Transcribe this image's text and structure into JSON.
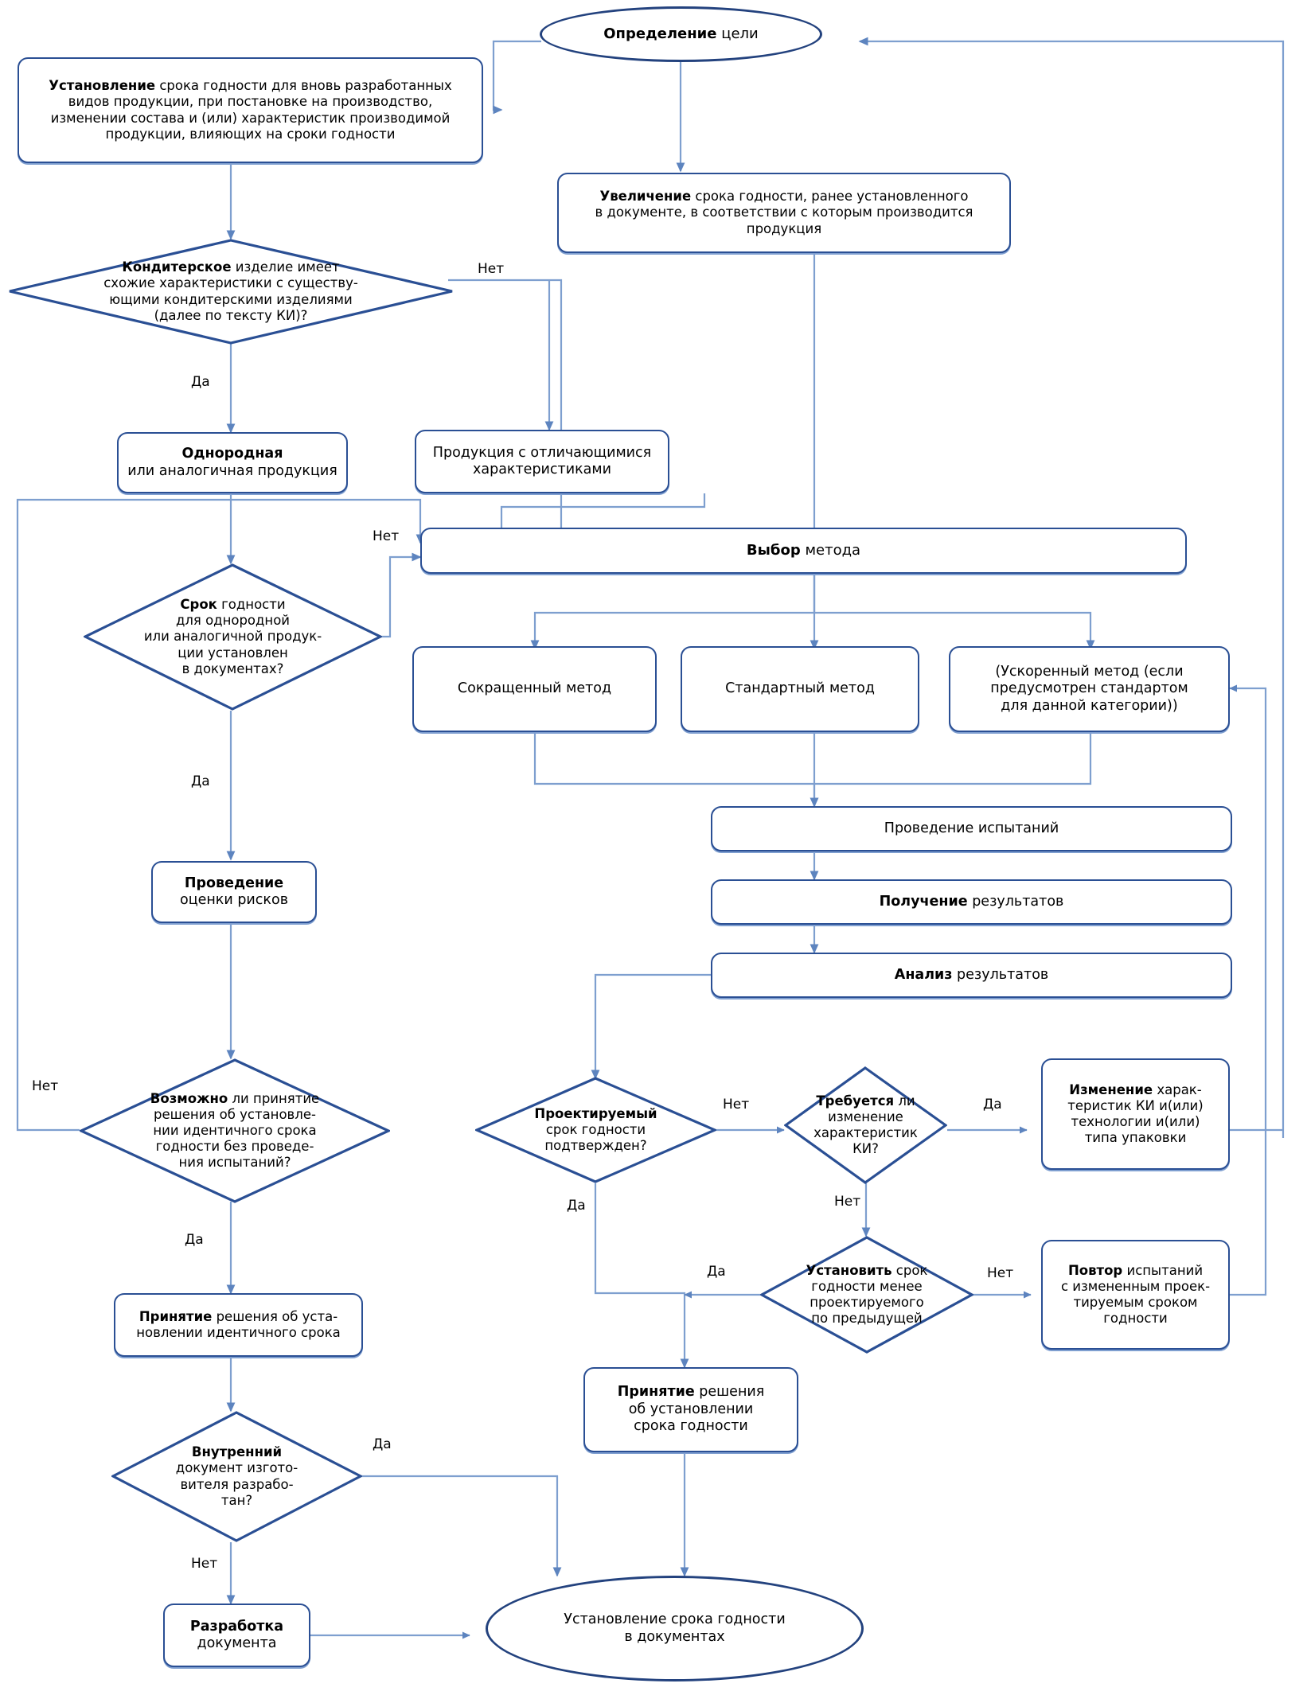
{
  "diagram": {
    "title": "Блок-схема установления срока годности кондитерских изделий",
    "colors": {
      "box_border": "#2a4f94",
      "oval_border": "#23427e",
      "diamond_border": "#2a4f94",
      "arrow": "#6f92c6",
      "arrow_dark": "#4a73b5",
      "text": "#000000",
      "background": "#ffffff"
    },
    "nodes": {
      "start_goal": {
        "bold": "Определение",
        "rest": " цели",
        "shape": "oval"
      },
      "establish": {
        "lines": [
          {
            "bold": "Установление",
            "rest": " срока годности для вновь разработанных"
          },
          {
            "bold": "",
            "rest": "видов продукции, при постановке на производство,"
          },
          {
            "bold": "",
            "rest": "изменении состава и (или) характеристик производимой"
          },
          {
            "bold": "",
            "rest": "продукции, влияющих на сроки годности"
          }
        ],
        "shape": "rounded-rect"
      },
      "increase": {
        "lines": [
          {
            "bold": "Увеличение",
            "rest": " срока годности, ранее установленного"
          },
          {
            "bold": "",
            "rest": "в документе, в соответствии с которым производится"
          },
          {
            "bold": "",
            "rest": "продукция"
          }
        ],
        "shape": "rounded-rect"
      },
      "d_similar": {
        "lines": [
          {
            "bold": "Кондитерское",
            "rest": " изделие имеет"
          },
          {
            "bold": "",
            "rest": "схожие характеристики с существу-"
          },
          {
            "bold": "",
            "rest": "ющими кондитерскими изделиями"
          },
          {
            "bold": "",
            "rest": "(далее по тексту КИ)?"
          }
        ],
        "shape": "diamond"
      },
      "homogeneous": {
        "lines": [
          {
            "bold": "Однородная",
            "rest": ""
          },
          {
            "bold": "",
            "rest": "или аналогичная продукция"
          }
        ],
        "shape": "rounded-rect"
      },
      "different": {
        "lines": [
          {
            "bold": "",
            "rest": "Продукция с отличающимися"
          },
          {
            "bold": "",
            "rest": "характеристиками"
          }
        ],
        "shape": "rounded-rect"
      },
      "choose_method": {
        "bold": "Выбор",
        "rest": " метода",
        "shape": "rounded-rect"
      },
      "d_shelf_doc": {
        "lines": [
          {
            "bold": "Срок",
            "rest": " годности"
          },
          {
            "bold": "",
            "rest": "для однородной"
          },
          {
            "bold": "",
            "rest": "или аналогичной продук-"
          },
          {
            "bold": "",
            "rest": "ции установлен"
          },
          {
            "bold": "",
            "rest": "в документах?"
          }
        ],
        "shape": "diamond"
      },
      "method_short": {
        "lines": [
          {
            "bold": "",
            "rest": "Сокращенный метод"
          }
        ],
        "shape": "rounded-rect"
      },
      "method_standard": {
        "lines": [
          {
            "bold": "",
            "rest": "Стандартный метод"
          }
        ],
        "shape": "rounded-rect"
      },
      "method_accelerated": {
        "lines": [
          {
            "bold": "",
            "rest": "(Ускоренный метод (если"
          },
          {
            "bold": "",
            "rest": "предусмотрен стандартом"
          },
          {
            "bold": "",
            "rest": "для данной категории))"
          }
        ],
        "shape": "rounded-rect"
      },
      "risk_assessment": {
        "lines": [
          {
            "bold": "Проведение",
            "rest": ""
          },
          {
            "bold": "",
            "rest": "оценки рисков"
          }
        ],
        "shape": "rounded-rect"
      },
      "run_tests": {
        "lines": [
          {
            "bold": "",
            "rest": "Проведение испытаний"
          }
        ],
        "shape": "rounded-rect"
      },
      "get_results": {
        "lines": [
          {
            "bold": "Получение",
            "rest": " результатов"
          }
        ],
        "shape": "rounded-rect"
      },
      "analyze_results": {
        "lines": [
          {
            "bold": "Анализ",
            "rest": " результатов"
          }
        ],
        "shape": "rounded-rect"
      },
      "d_possible_identical": {
        "lines": [
          {
            "bold": "Возможно",
            "rest": " ли принятие"
          },
          {
            "bold": "",
            "rest": "решения об установле-"
          },
          {
            "bold": "",
            "rest": "нии идентичного срока"
          },
          {
            "bold": "",
            "rest": "годности без проведе-"
          },
          {
            "bold": "",
            "rest": "ния испытаний?"
          }
        ],
        "shape": "diamond"
      },
      "d_projected_confirmed": {
        "lines": [
          {
            "bold": "Проектируемый",
            "rest": ""
          },
          {
            "bold": "",
            "rest": "срок годности"
          },
          {
            "bold": "",
            "rest": "подтвержден?"
          }
        ],
        "shape": "diamond"
      },
      "d_change_required": {
        "lines": [
          {
            "bold": "Требуется",
            "rest": " ли"
          },
          {
            "bold": "",
            "rest": "изменение"
          },
          {
            "bold": "",
            "rest": "характеристик"
          },
          {
            "bold": "",
            "rest": "КИ?"
          }
        ],
        "shape": "diamond"
      },
      "change_chars": {
        "lines": [
          {
            "bold": "Изменение",
            "rest": " харак-"
          },
          {
            "bold": "",
            "rest": "теристик КИ и(или)"
          },
          {
            "bold": "",
            "rest": "технологии и(или)"
          },
          {
            "bold": "",
            "rest": "типа упаковки"
          }
        ],
        "shape": "rounded-rect"
      },
      "d_set_less": {
        "lines": [
          {
            "bold": "Установить",
            "rest": " срок"
          },
          {
            "bold": "",
            "rest": "годности менее"
          },
          {
            "bold": "",
            "rest": "проектируемого"
          },
          {
            "bold": "",
            "rest": "по предыдущей"
          }
        ],
        "shape": "diamond"
      },
      "repeat_tests": {
        "lines": [
          {
            "bold": "Повтор",
            "rest": " испытаний"
          },
          {
            "bold": "",
            "rest": "с измененным проек-"
          },
          {
            "bold": "",
            "rest": "тируемым сроком"
          },
          {
            "bold": "",
            "rest": "годности"
          }
        ],
        "shape": "rounded-rect"
      },
      "decision_identical": {
        "lines": [
          {
            "bold": "Принятие",
            "rest": " решения об уста-"
          },
          {
            "bold": "",
            "rest": "новлении идентичного срока"
          }
        ],
        "shape": "rounded-rect"
      },
      "decision_shelf": {
        "lines": [
          {
            "bold": "Принятие",
            "rest": " решения"
          },
          {
            "bold": "",
            "rest": "об установлении"
          },
          {
            "bold": "",
            "rest": "срока годности"
          }
        ],
        "shape": "rounded-rect"
      },
      "d_internal_doc": {
        "lines": [
          {
            "bold": "Внутренний",
            "rest": ""
          },
          {
            "bold": "",
            "rest": "документ изгото-"
          },
          {
            "bold": "",
            "rest": "вителя разрабо-"
          },
          {
            "bold": "",
            "rest": "тан?"
          }
        ],
        "shape": "diamond"
      },
      "develop_doc": {
        "lines": [
          {
            "bold": "Разработка",
            "rest": ""
          },
          {
            "bold": "",
            "rest": "документа"
          }
        ],
        "shape": "rounded-rect"
      },
      "end_set_shelf": {
        "lines": [
          {
            "bold": "",
            "rest": "Установление срока годности"
          },
          {
            "bold": "",
            "rest": "в документах"
          }
        ],
        "shape": "oval"
      }
    },
    "edge_labels": {
      "similar_no": "Нет",
      "similar_yes": "Да",
      "shelf_doc_no": "Нет",
      "shelf_doc_yes": "Да",
      "possible_no": "Нет",
      "possible_yes": "Да",
      "projected_no": "Нет",
      "projected_yes": "Да",
      "change_yes": "Да",
      "change_no": "Нет",
      "set_less_yes": "Да",
      "set_less_no": "Нет",
      "internal_yes": "Да",
      "internal_no": "Нет"
    }
  }
}
